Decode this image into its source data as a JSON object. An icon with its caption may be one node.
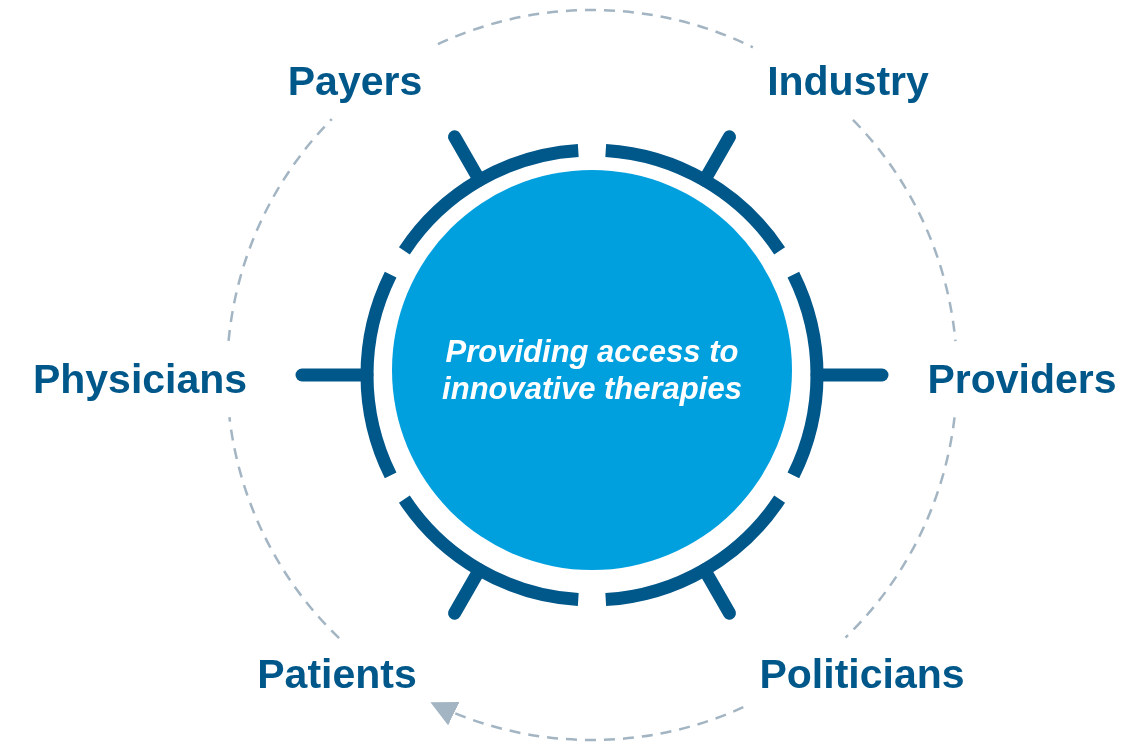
{
  "diagram": {
    "nodes": [
      {
        "text": [
          "Providing access to innovative therapies"
        ]
      },
      {
        "text": [
          "Payers"
        ]
      },
      {
        "text": [
          "Industry"
        ]
      },
      {
        "text": [
          "Providers"
        ]
      },
      {
        "text": [
          "Politicians"
        ]
      },
      {
        "text": [
          "Patients"
        ]
      },
      {
        "text": [
          "Physicians"
        ]
      }
    ],
    "edges": [
      {
        "from": 1,
        "to": 2,
        "arrow": "none",
        "style": "dashed"
      },
      {
        "from": 2,
        "to": 3,
        "arrow": "none",
        "style": "dashed"
      },
      {
        "from": 3,
        "to": 4,
        "arrow": "none",
        "style": "dashed"
      },
      {
        "from": 4,
        "to": 5,
        "arrow": "to",
        "style": "dashed"
      },
      {
        "from": 5,
        "to": 6,
        "arrow": "none",
        "style": "dashed"
      },
      {
        "from": 6,
        "to": 1,
        "arrow": "none",
        "style": "dashed"
      }
    ]
  }
}
